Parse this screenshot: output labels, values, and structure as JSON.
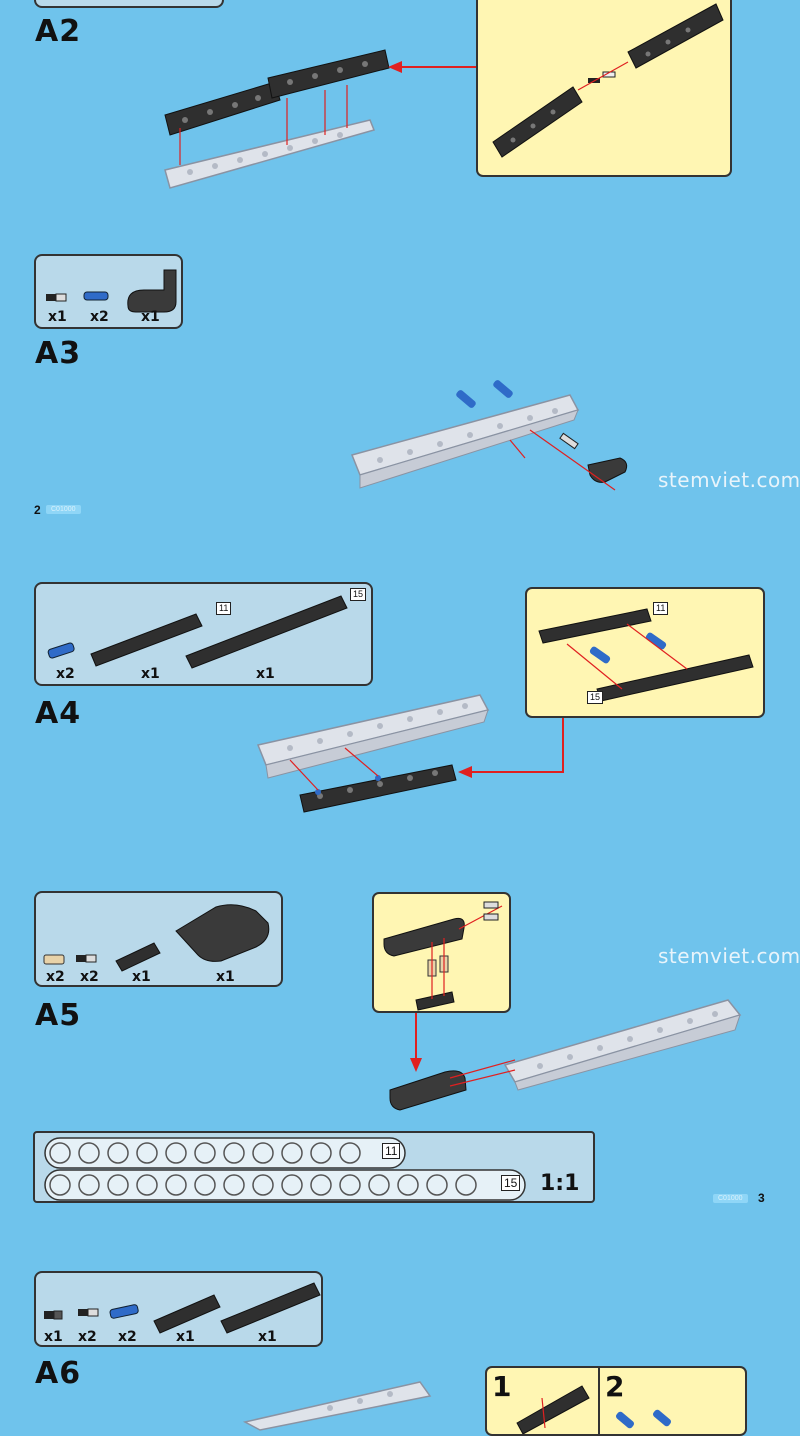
{
  "steps": {
    "a2": {
      "label": "A2"
    },
    "a3": {
      "label": "A3",
      "qtys": [
        "x1",
        "x2",
        "x1"
      ]
    },
    "a4": {
      "label": "A4",
      "qtys": [
        "x2",
        "x1",
        "x1"
      ],
      "tags": [
        "11",
        "15"
      ],
      "callout_tags": [
        "11",
        "15"
      ]
    },
    "a5": {
      "label": "A5",
      "qtys": [
        "x2",
        "x2",
        "x1",
        "x1"
      ]
    },
    "a6": {
      "label": "A6",
      "qtys": [
        "x1",
        "x2",
        "x2",
        "x1",
        "x1"
      ],
      "callout_nums": [
        "1",
        "2"
      ]
    }
  },
  "ruler": {
    "len_top": "11",
    "len_bottom": "15",
    "scale": "1:1"
  },
  "watermarks": [
    "stemviet.com",
    "stemviet.com"
  ],
  "pages": {
    "left_num": "2",
    "left_code": "C01000",
    "right_num": "3",
    "right_code": "C01000"
  },
  "colors": {
    "background": "#6fc3ec",
    "parts_box": "#b9d9ea",
    "callout": "#fff6b3",
    "beam_dark": "#2f2f2f",
    "beam_light": "#dfe3ea",
    "pin_blue": "#2f6bc8",
    "arrow_red": "#e02020"
  }
}
